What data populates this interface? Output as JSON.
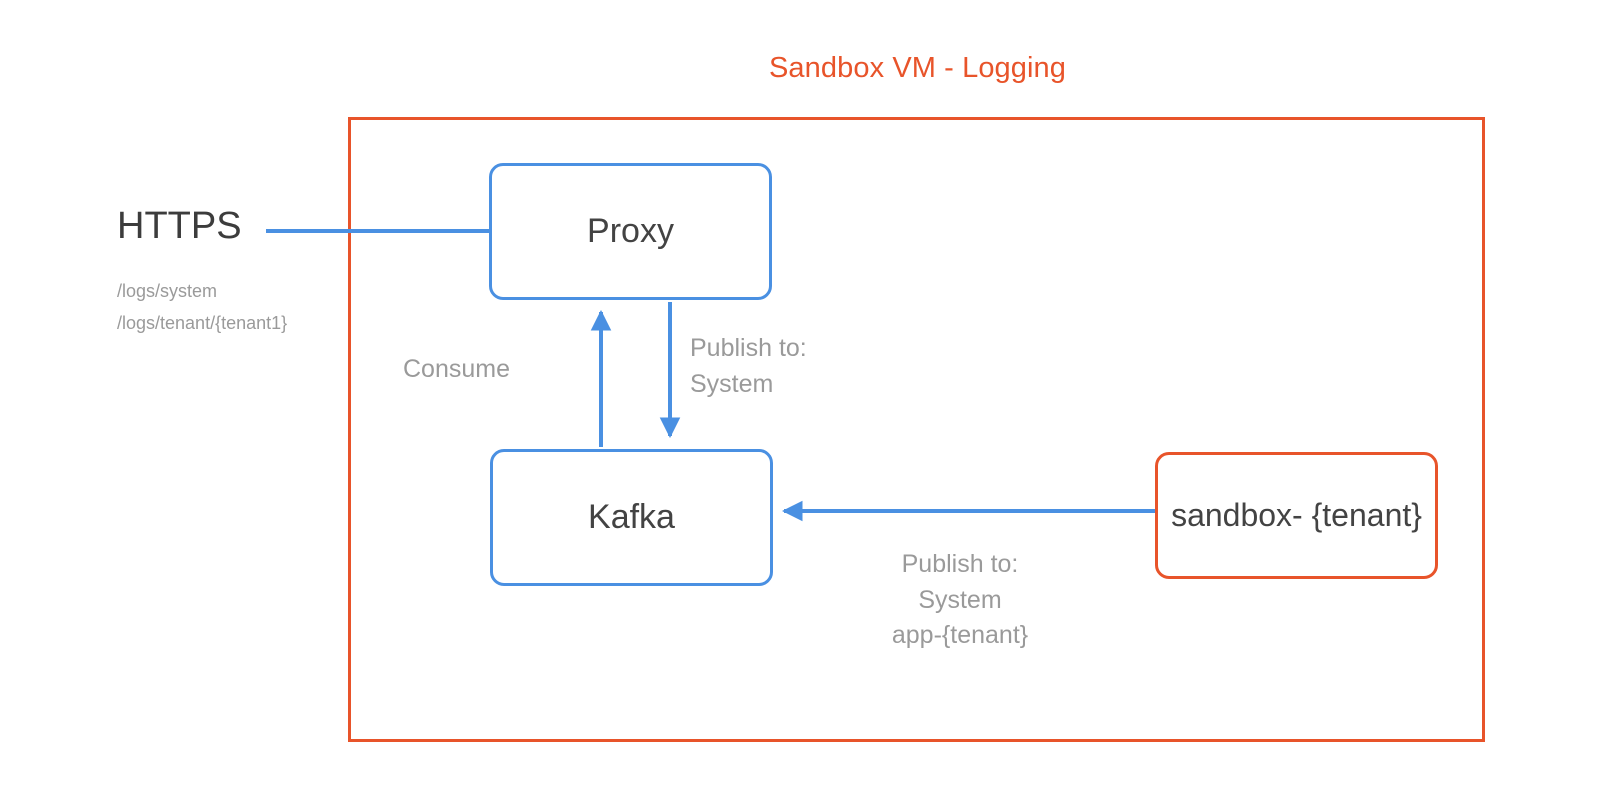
{
  "diagram": {
    "title": "Sandbox VM - Logging",
    "colors": {
      "container_border": "#E8542A",
      "node_blue": "#4A90E2",
      "node_orange": "#E8542A",
      "edge_blue": "#4A90E2",
      "label_gray": "#9A9A9A",
      "node_text": "#434343",
      "background": "#FFFFFF"
    },
    "entry": {
      "protocol_label": "HTTPS",
      "paths": [
        "/logs/system",
        "/logs/tenant/{tenant1}"
      ]
    },
    "nodes": [
      {
        "id": "proxy",
        "label": "Proxy",
        "border": "blue"
      },
      {
        "id": "kafka",
        "label": "Kafka",
        "border": "blue"
      },
      {
        "id": "sandbox",
        "label": "sandbox-\n{tenant}",
        "border": "orange"
      }
    ],
    "edges": [
      {
        "id": "https-to-proxy",
        "from": "HTTPS",
        "to": "proxy",
        "label": "",
        "arrowhead": false
      },
      {
        "id": "kafka-to-proxy",
        "from": "kafka",
        "to": "proxy",
        "label": "Consume",
        "arrowhead": true
      },
      {
        "id": "proxy-to-kafka",
        "from": "proxy",
        "to": "kafka",
        "label": "Publish to:\nSystem",
        "arrowhead": true
      },
      {
        "id": "sandbox-to-kafka",
        "from": "sandbox",
        "to": "kafka",
        "label": "Publish to:\nSystem\napp-{tenant}",
        "arrowhead": true
      }
    ]
  }
}
